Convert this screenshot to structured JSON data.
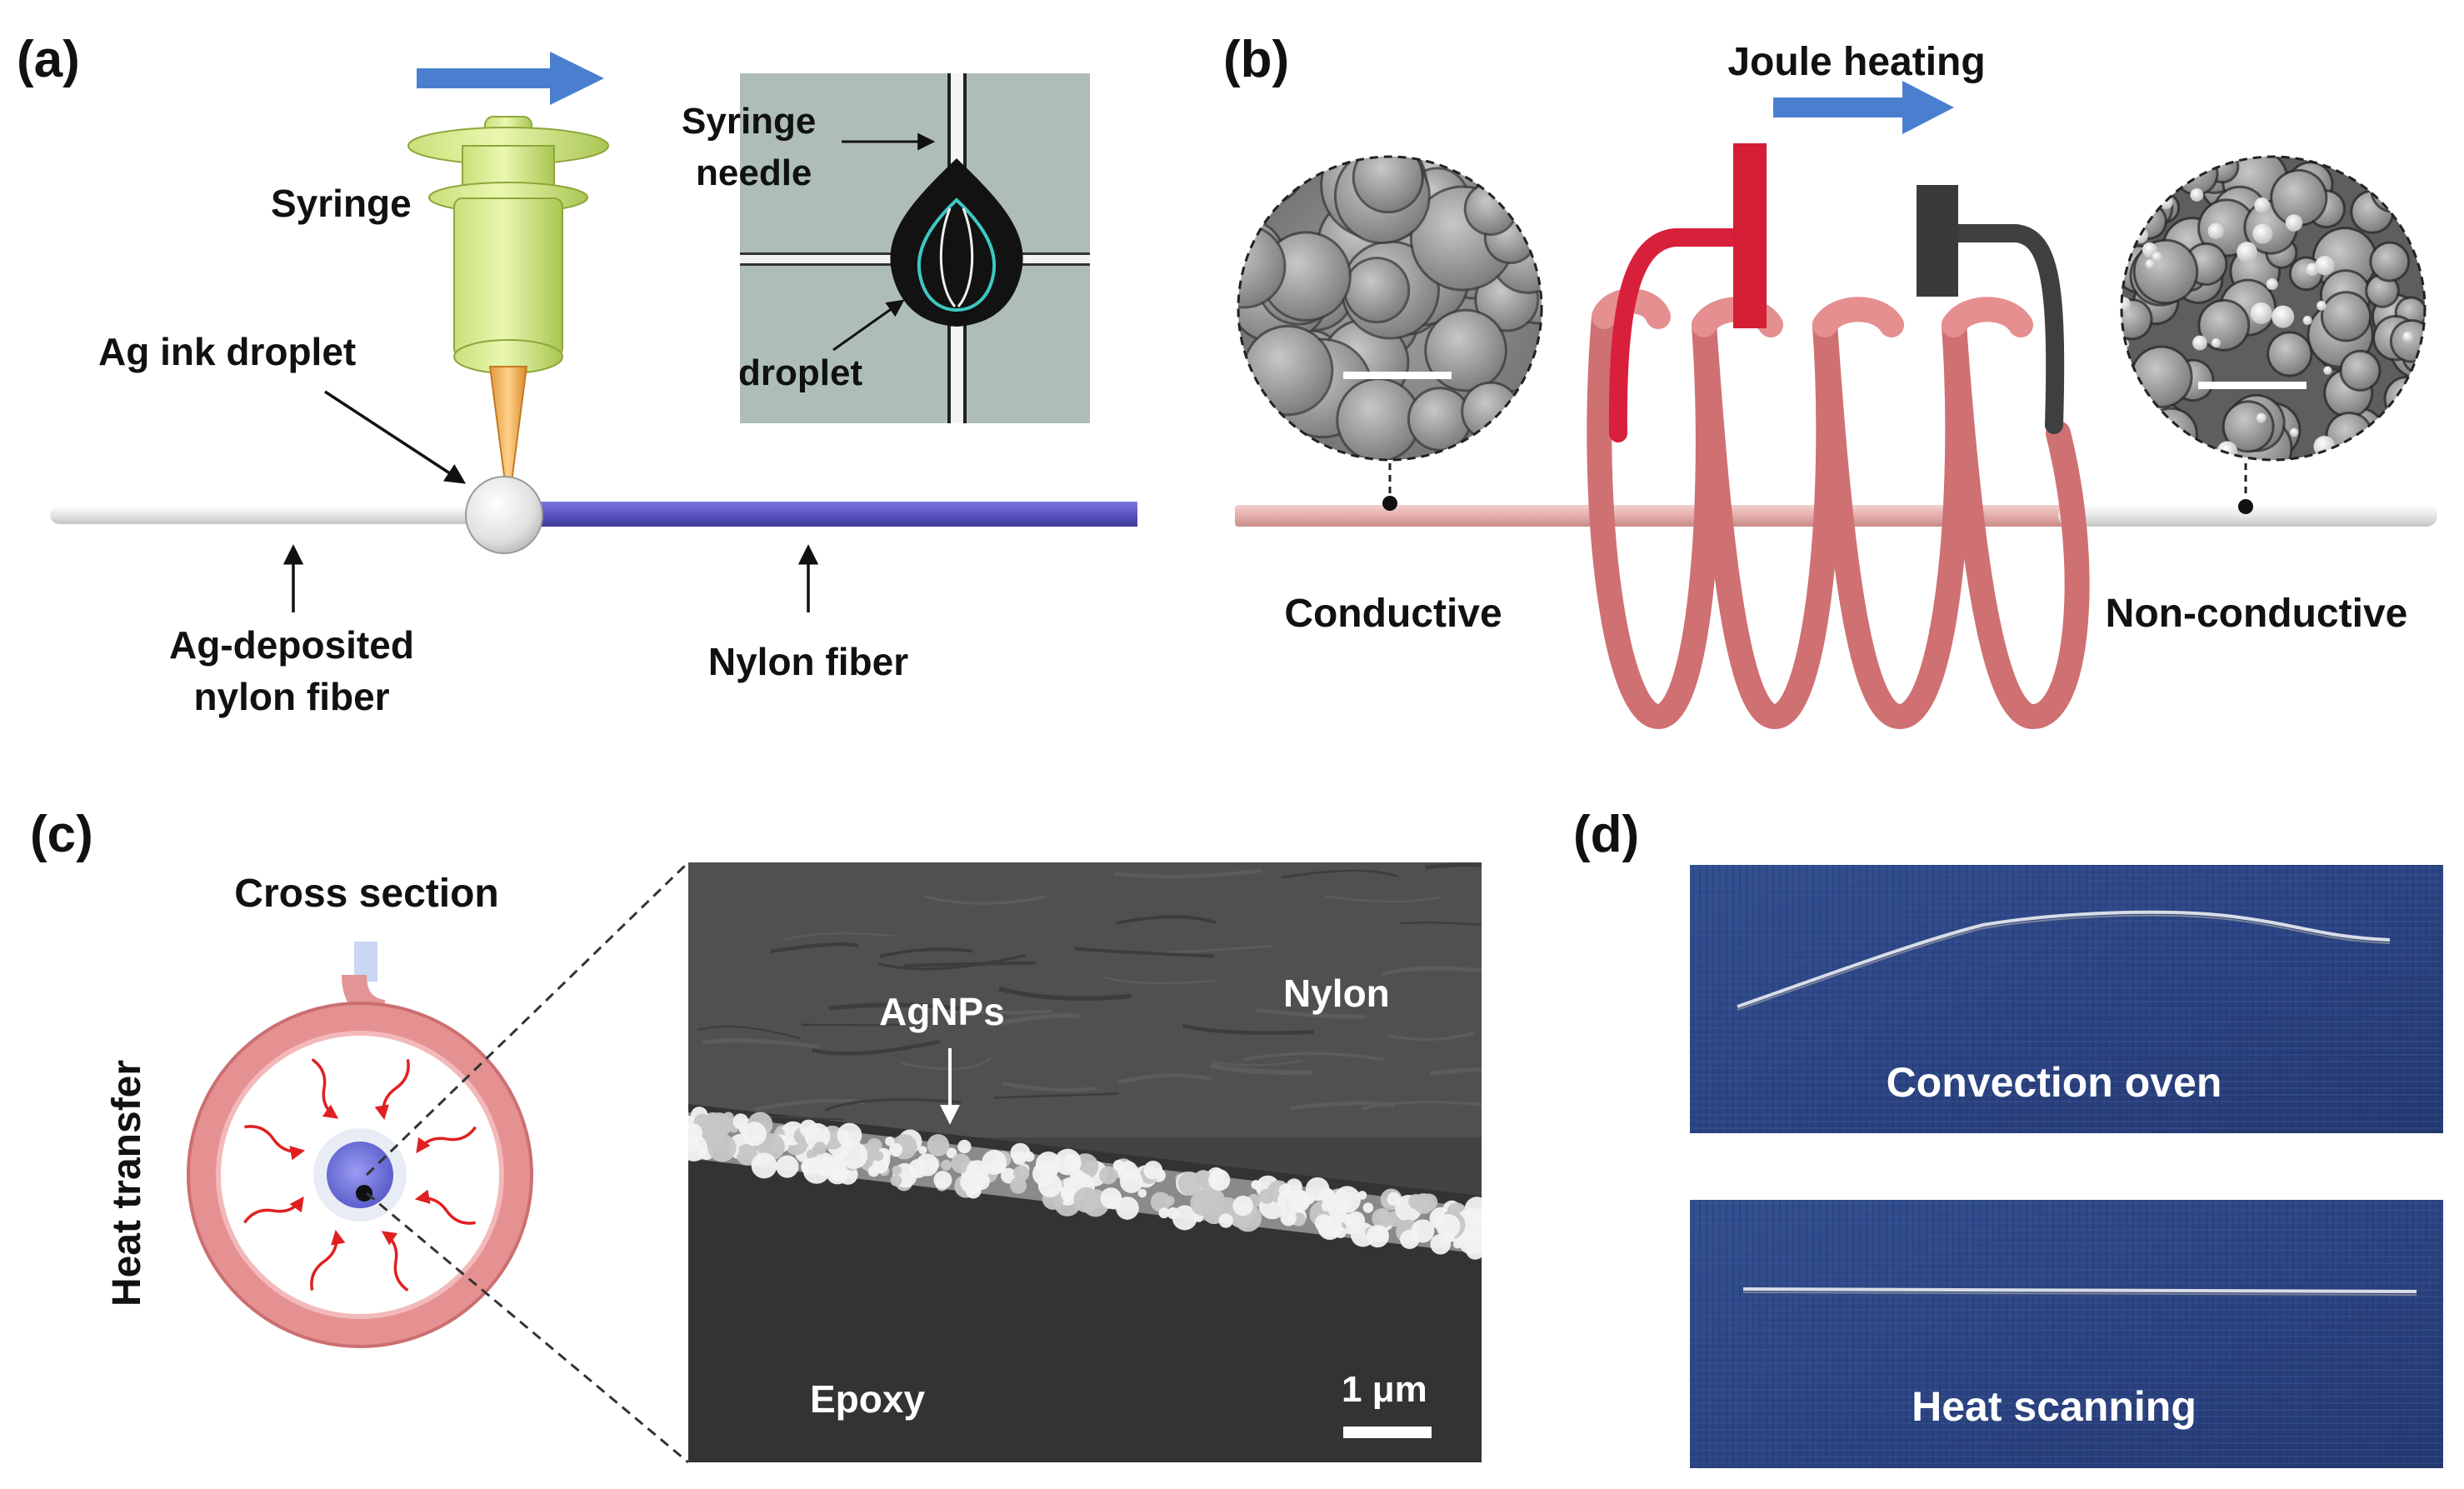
{
  "panel_a": {
    "letter": "(a)",
    "syringe": "Syringe",
    "inset_needle_line1": "Syringe",
    "inset_needle_line2": "needle",
    "inset_droplet": "droplet",
    "ag_ink_droplet": "Ag ink droplet",
    "ag_fiber_line1": "Ag-deposited",
    "ag_fiber_line2": "nylon fiber",
    "nylon_fiber": "Nylon fiber"
  },
  "panel_b": {
    "letter": "(b)",
    "joule_heating": "Joule heating",
    "conductive": "Conductive",
    "non_conductive": "Non-conductive"
  },
  "panel_c": {
    "letter": "(c)",
    "cross_section": "Cross section",
    "heat_transfer": "Heat transfer",
    "agnps": "AgNPs",
    "nylon": "Nylon",
    "epoxy": "Epoxy",
    "scale": "1 μm"
  },
  "panel_d": {
    "letter": "(d)",
    "convection_oven": "Convection oven",
    "heat_scanning": "Heat scanning"
  },
  "colors": {
    "arrow_blue": "#4a7fd0",
    "nylon_fiber": "#5a55c0",
    "coil_pink": "#d9787a",
    "photo_blue": "#2c4483"
  }
}
